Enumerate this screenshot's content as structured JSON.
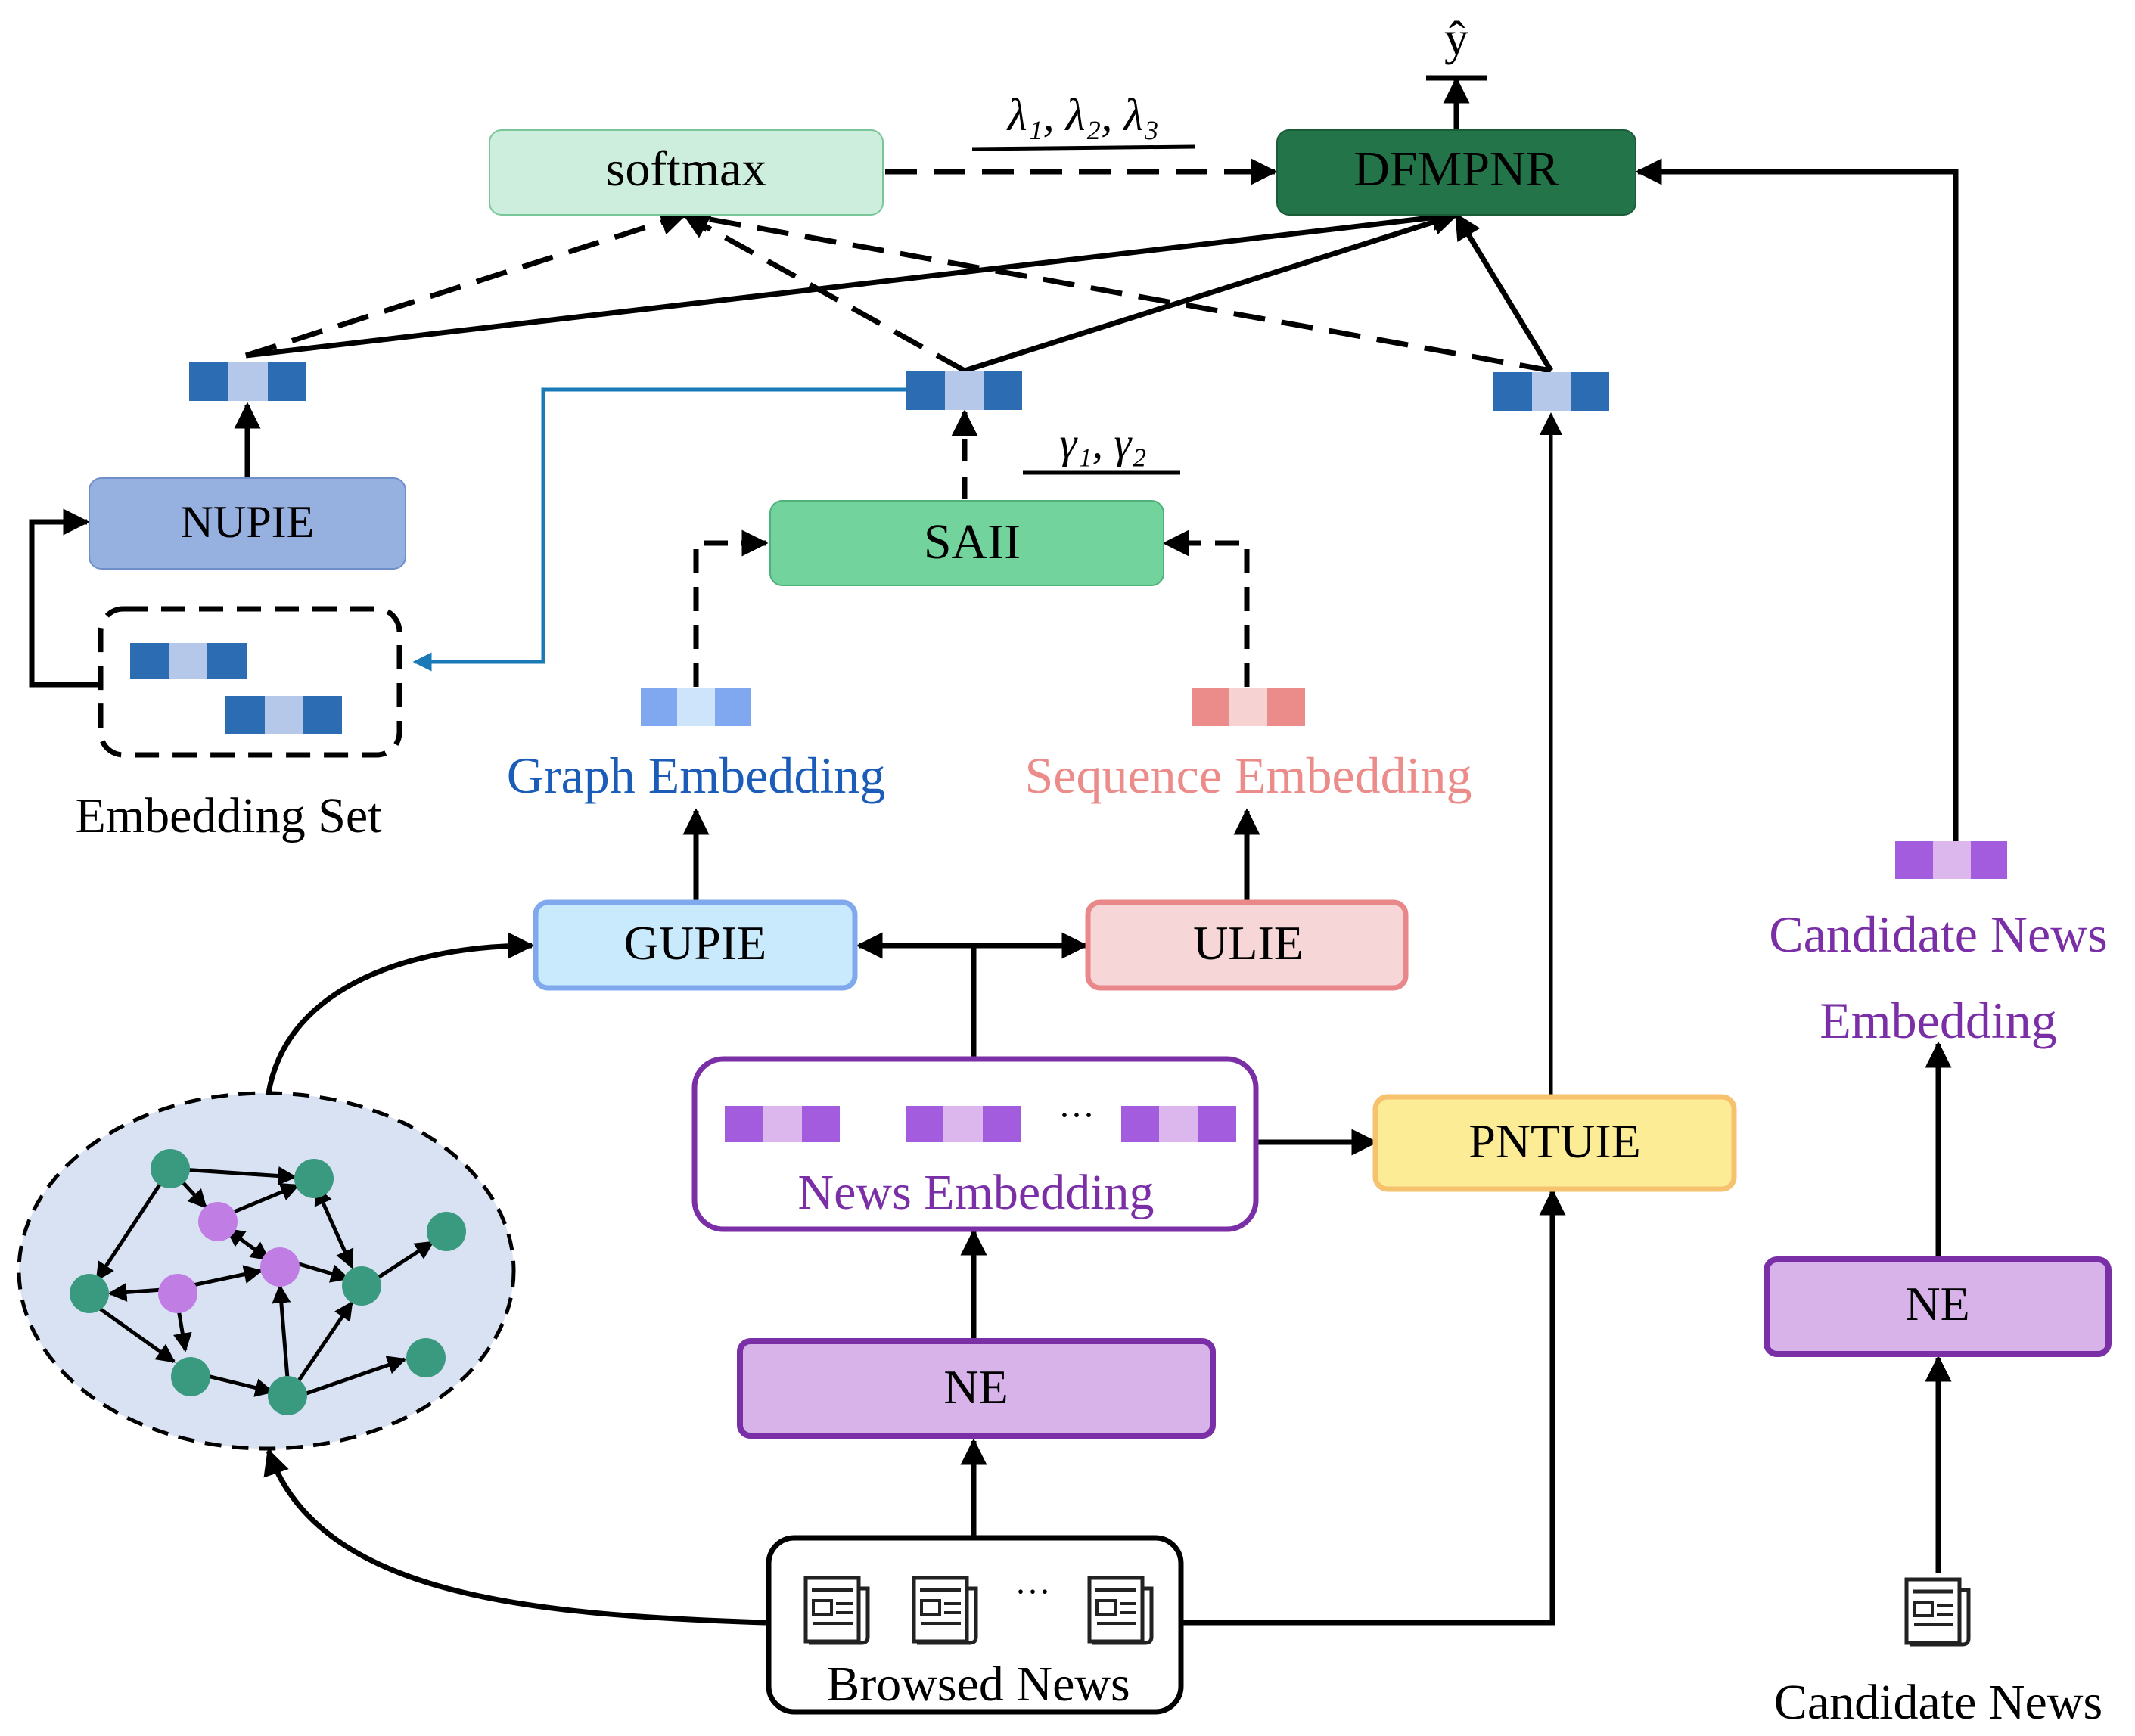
{
  "labels": {
    "y_hat": "ŷ",
    "lambdas": "λ₁, λ₂, λ₃",
    "gammas": "γ₁, γ₂",
    "graph_embedding": "Graph Embedding",
    "sequence_embedding": "Sequence Embedding",
    "embedding_set": "Embedding Set",
    "news_embedding": "News Embedding",
    "candidate_news_embedding_line1": "Candidate News",
    "candidate_news_embedding_line2": "Embedding",
    "browsed_news": "Browsed News",
    "candidate_news": "Candidate News",
    "ellipsis": "···"
  },
  "modules": {
    "softmax": "softmax",
    "dfmpnr": "DFMPNR",
    "nupie": "NUPIE",
    "saii": "SAII",
    "gupie": "GUPIE",
    "ulie": "ULIE",
    "pntuie": "PNTUIE",
    "ne_browsed": "NE",
    "ne_candidate": "NE"
  },
  "colors": {
    "softmax_fill": "#cdeedd",
    "dfmpnr_fill": "#24744a",
    "nupie_fill": "#96b0e0",
    "saii_fill": "#72d39c",
    "gupie_fill": "#c9e9fc",
    "gupie_stroke": "#7fa9ec",
    "ulie_fill": "#f6d6d6",
    "ulie_stroke": "#e8888a",
    "pntuie_fill": "#fdec96",
    "pntuie_stroke": "#f6c26e",
    "ne_fill": "#d7b3ea",
    "ne_stroke": "#7a2fa6",
    "blue_vec_dark": "#2b6cb2",
    "blue_vec_light": "#b5c8ea",
    "graph_vec_dark": "#7fa8f0",
    "graph_vec_light": "#cde4fb",
    "seq_vec_dark": "#ec8c8a",
    "seq_vec_light": "#f6d2d2",
    "purple_vec_dark": "#a25cdd",
    "purple_vec_light": "#dbb7ee",
    "graph_text": "#1a5cb8",
    "seq_text": "#ec8c8a",
    "purple_text": "#7a2fa6",
    "blue_link": "#1a7ab8",
    "graph_bg": "#d9e2f3",
    "node_green": "#3a9a80",
    "node_purple": "#c07ee4"
  }
}
